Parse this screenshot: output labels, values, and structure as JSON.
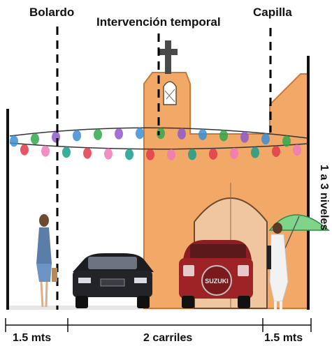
{
  "labels": {
    "bolardo": "Bolardo",
    "intervencion": "Intervención temporal",
    "capilla": "Capilla",
    "niveles": "1 a 3 niveles"
  },
  "dimensions": {
    "left_sidewalk": "1.5 mts",
    "lanes": "2 carriles",
    "right_sidewalk": "1.5 mts"
  },
  "car_badge": "SUZUKI",
  "colors": {
    "chapel_fill": "#f2a866",
    "chapel_stroke": "#c97a3a",
    "car_dark": "#222428",
    "car_red": "#9e2326",
    "umbrella": "#7fd48a",
    "ground": "#e6e6e6"
  }
}
